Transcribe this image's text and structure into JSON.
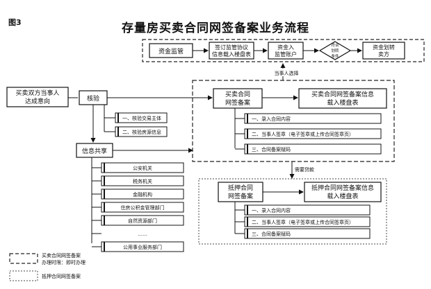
{
  "figure_label": "图3",
  "title": "存量房买卖合同网签备案业务流程",
  "supervision": {
    "start": "资金监管",
    "step1": [
      "签订监管协议",
      "信息载入楼盘表"
    ],
    "step2": [
      "资金入",
      "监管账户"
    ],
    "condition": [
      "符合",
      "划转",
      "条件"
    ],
    "end": [
      "资金划转",
      "卖方"
    ],
    "choice_label": "当事人选择"
  },
  "start_node": [
    "买卖双方当事人",
    "达成意向"
  ],
  "verify": {
    "label": "核验",
    "items": [
      "一、核验交易主体",
      "二、核验房源信息"
    ]
  },
  "share": {
    "label": "信息共享",
    "agencies": [
      "公安机关",
      "税务机关",
      "金融机构",
      "住房公积金管理部门",
      "自然资源部门",
      "……",
      "公用事业服务部门"
    ]
  },
  "sale_contract": {
    "label": [
      "买卖合同",
      "网签备案"
    ],
    "result": [
      "买卖合同网签备案信息",
      "载入楼盘表"
    ],
    "steps": [
      "一、录入合同内容",
      "二、当事人签章（电子签章或上传合同签章页）",
      "三、合同备案赋码"
    ]
  },
  "loan_label": "需要贷款",
  "mortgage_contract": {
    "label": [
      "抵押合同",
      "网签备案"
    ],
    "result": [
      "抵押合同网签备案信息",
      "载入楼盘表"
    ],
    "steps": [
      "一、录入合同内容",
      "二、当事人签章（电子签章或上传合同签章页）",
      "三、合同备案赋码"
    ]
  },
  "legend": [
    {
      "text": [
        "买卖合同网签备案",
        "办理时限：即时办理"
      ],
      "style": "dashed"
    },
    {
      "text": [
        "抵押合同网签备案"
      ],
      "style": "dotted"
    }
  ]
}
